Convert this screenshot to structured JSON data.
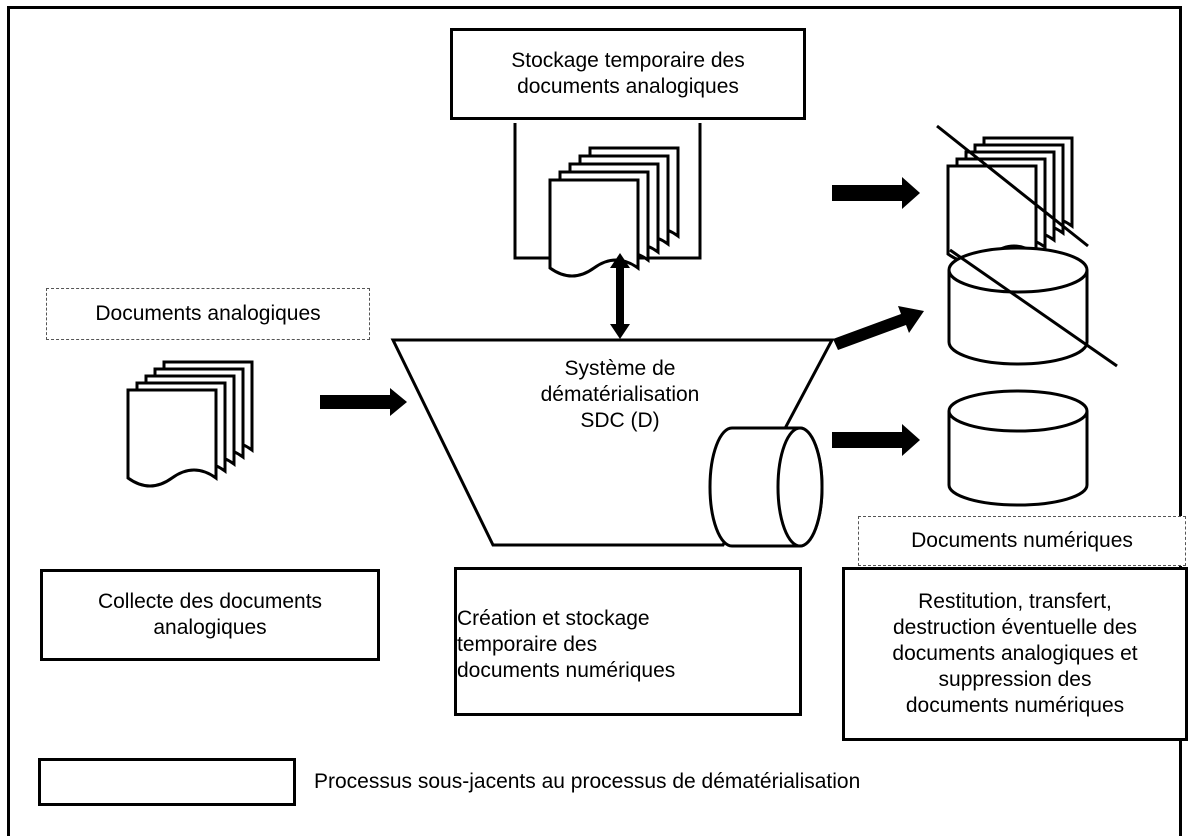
{
  "storage_box": {
    "line1": "Stockage temporaire des",
    "line2": "documents analogiques"
  },
  "analog_label": "Documents analogiques",
  "system": {
    "line1": "Système de",
    "line2": "dématérialisation",
    "line3": "SDC (D)"
  },
  "digital_label": "Documents numériques",
  "collect_box": {
    "line1": "Collecte des documents",
    "line2": "analogiques"
  },
  "creation_box": {
    "line1": "Création et stockage",
    "line2": "temporaire des",
    "line3": "documents numériques"
  },
  "restitution_box": {
    "line1": "Restitution, transfert,",
    "line2": "destruction éventuelle des",
    "line3": "documents analogiques et",
    "line4": "suppression des",
    "line5": "documents numériques"
  },
  "legend": {
    "text": "Processus sous-jacents au processus de dématérialisation"
  }
}
